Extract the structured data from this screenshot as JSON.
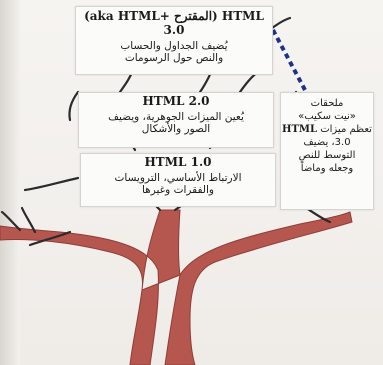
{
  "colors": {
    "trunk": "#b5574f",
    "branch": "#2b2b2b",
    "dashed_connector": "#1f2f8c",
    "box_bg": "#fbfbfa"
  },
  "boxes": {
    "html3": {
      "title": "(aka HTML+ المقترح) HTML 3.0",
      "line1": "يُضيف الجداول والحساب",
      "line2": "والنص حول الرسومات"
    },
    "html2": {
      "title": "HTML 2.0",
      "line1": "يُعين الميزات الجوهرية، ويضيف",
      "line2": "الصور والأشكال"
    },
    "html1": {
      "title": "HTML 1.0",
      "line1": "الارتباط الأساسي، الترويسات",
      "line2": "والفقرات وغيرها"
    },
    "notes": {
      "line1": "ملحقات",
      "line2": "«نيت سكيب»",
      "line3a": "تعظم ميزات",
      "line3b": "HTML",
      "line4": "3.0، يضيف",
      "line5": "التوسط للنص",
      "line6": "وجعله وماضاً"
    }
  }
}
